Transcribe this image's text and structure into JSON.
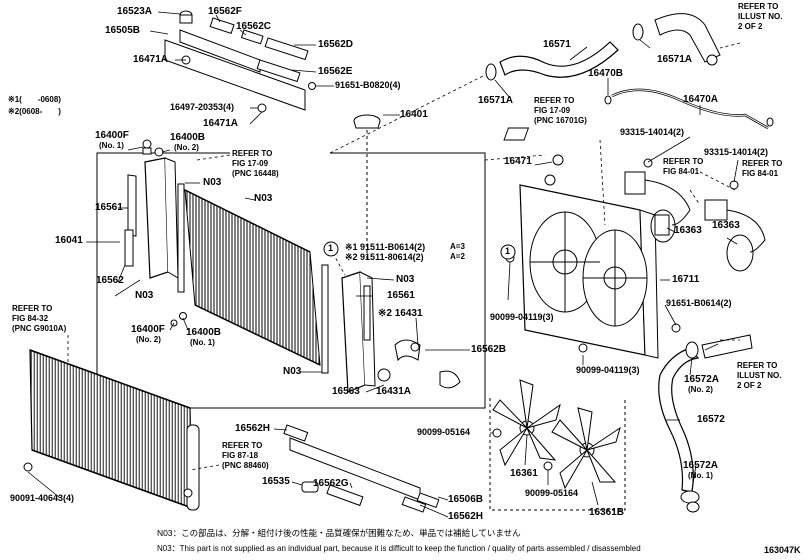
{
  "diagram_id": "163047K",
  "labels": {
    "p16523A": "16523A",
    "p16505B": "16505B",
    "p16471A_top": "16471A",
    "p16562F": "16562F",
    "p16562C": "16562C",
    "p16562D": "16562D",
    "p16562E": "16562E",
    "p91651_B0820": "91651-B0820(4)",
    "p16497": "16497-20353(4)",
    "p16471A_mid": "16471A",
    "p16401": "16401",
    "p16571": "16571",
    "p16571A_left": "16571A",
    "p16571A_right": "16571A",
    "p16470B": "16470B",
    "p16470A": "16470A",
    "p16400F_1": "16400F",
    "p16400F_1_sub": "(No. 1)",
    "p16400B_2": "16400B",
    "p16400B_2_sub": "(No. 2)",
    "p16561_left": "16561",
    "p16041": "16041",
    "p16562": "16562",
    "pN03_left": "N03",
    "pN03_a": "N03",
    "pN03_b": "N03",
    "pN03_c": "N03",
    "pN03_d": "N03",
    "p16400F_2": "16400F",
    "p16400F_2_sub": "(No. 2)",
    "p16400B_1": "16400B",
    "p16400B_1_sub": "(No. 1)",
    "p91511_1": "※1 91511-B0614(2)",
    "p91511_2": "※2 91511-80614(2)",
    "p91511_1_note": "A=3",
    "p91511_2_note": "A=2",
    "p16561_right": "16561",
    "p16431": "※2 16431",
    "p16562B": "16562B",
    "p16563": "16563",
    "p16431A": "16431A",
    "p16471_right": "16471",
    "p93315_a": "93315-14014(2)",
    "p93315_b": "93315-14014(2)",
    "p16363_left": "16363",
    "p16363_right": "16363",
    "p16711": "16711",
    "p90099_a": "90099-04119(3)",
    "p90099_b": "90099-04119(3)",
    "p91651_B0614": "91651-B0614(2)",
    "p16572A_top": "16572A",
    "p16572A_top_sub": "(No. 2)",
    "p16572": "16572",
    "p16572A_bot": "16572A",
    "p16572A_bot_sub": "(No. 1)",
    "p90099_05164_a": "90099-05164",
    "p90099_05164_b": "90099-05164",
    "p16361": "16361",
    "p16361B": "16361B",
    "p16562H_top": "16562H",
    "p16562H_bot": "16562H",
    "p16535": "16535",
    "p16562G": "16562G",
    "p16506B": "16506B",
    "p90091": "90091-40643(4)",
    "pCircle1_a": "1",
    "pCircle1_b": "1"
  },
  "refer_notes": {
    "illust_top_1": "REFER TO",
    "illust_top_2": "ILLUST NO.",
    "illust_top_3": "2 OF 2",
    "fig17_09_a_1": "REFER TO",
    "fig17_09_a_2": "FIG 17-09",
    "fig17_09_a_3": "(PNC 16701G)",
    "fig17_09_b_1": "REFER TO",
    "fig17_09_b_2": "FIG 17-09",
    "fig17_09_b_3": "(PNC 16448)",
    "fig84_01_a_1": "REFER TO",
    "fig84_01_a_2": "FIG 84-01",
    "fig84_01_b_1": "REFER TO",
    "fig84_01_b_2": "FIG 84-01",
    "fig84_32_1": "REFER TO",
    "fig84_32_2": "FIG 84-32",
    "fig84_32_3": "(PNC G9010A)",
    "fig87_18_1": "REFER TO",
    "fig87_18_2": "FIG 87-18",
    "fig87_18_3": "(PNC 88460)",
    "illust_mid_1": "REFER TO",
    "illust_mid_2": "ILLUST NO.",
    "illust_mid_3": "2 OF 2"
  },
  "legend": {
    "mark1": "※1(　　-0608)",
    "mark2": "※2(0608-　　)"
  },
  "footnotes": {
    "jp": "N03：この部品は、分解・組付け後の性能・品質確保が困難なため、単品では補給していません",
    "en": "N03：This part is not supplied as an individual part, because it is difficult to keep the function / quality of parts assembled / disassembled"
  }
}
